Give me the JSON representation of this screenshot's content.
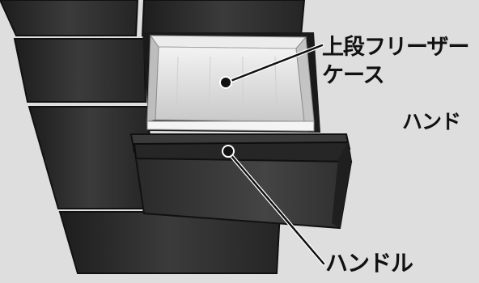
{
  "labels": {
    "upper_freezer_case_line1": "上段フリーザー",
    "upper_freezer_case_line2": "ケース",
    "handle_middle": "ハンド",
    "handle_bottom": "ハンドル"
  },
  "colors": {
    "background": "#dedede",
    "cabinet_dark": "#2e2e2e",
    "drawer_inner": "#d9d9d9",
    "callout_line": "#111111"
  }
}
